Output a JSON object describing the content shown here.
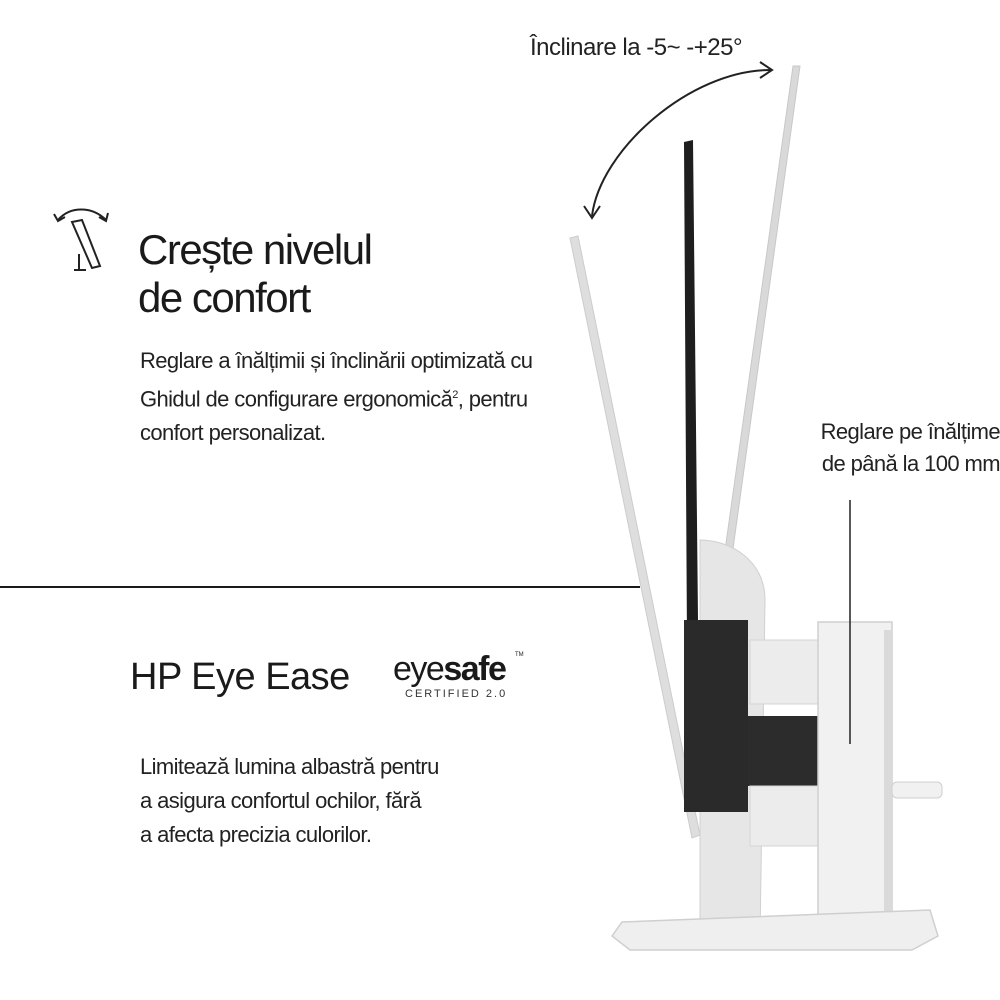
{
  "tilt_label": "Înclinare la -5~ -+25°",
  "heading": {
    "line1": "Crește nivelul",
    "line2": "de confort"
  },
  "comfort_description": {
    "text": "Reglare a înălțimii și înclinării optimizată cu Ghidul de configurare ergonomică",
    "footnote": "2",
    "tail": ", pentru confort personalizat."
  },
  "height_label": {
    "line1": "Reglare pe înălțime",
    "line2": "de până la 100 mm"
  },
  "brand": {
    "hp_eye_ease": "HP Eye Ease",
    "eyesafe_light": "eye",
    "eyesafe_bold": "safe",
    "eyesafe_certified": "CERTIFIED 2.0",
    "eyesafe_tm": "TM"
  },
  "eye_description": {
    "line1": "Limitează lumina albastră pentru",
    "line2": "a asigura confortul ochilor, fără",
    "line3": "a afecta precizia culorilor."
  },
  "icons": {
    "tilt": "tilt-adjust-icon"
  }
}
